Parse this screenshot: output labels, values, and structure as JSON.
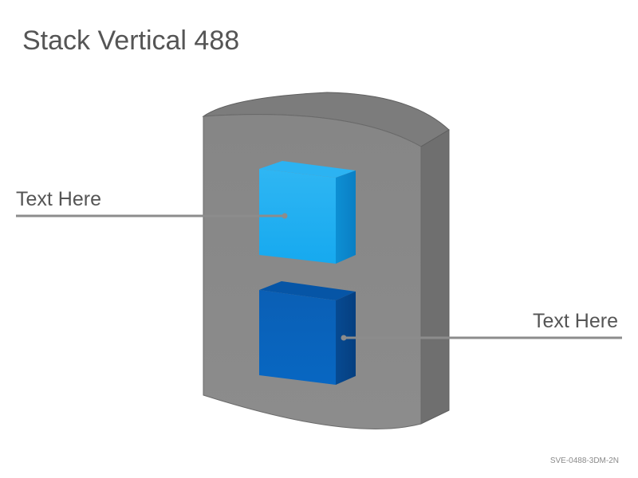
{
  "title": "Stack Vertical 488",
  "callouts": [
    {
      "text": "Text Here",
      "side": "left",
      "target": "top-cube"
    },
    {
      "text": "Text Here",
      "side": "right",
      "target": "bottom-cube"
    }
  ],
  "slide_code": "SVE-0488-3DM-2N",
  "colors": {
    "slab_front": "#878787",
    "slab_side": "#6f6f6f",
    "slab_top": "#7b7b7b",
    "cube_top_light": "#19a8ec",
    "cube_top_dark": "#0560b8",
    "leader_line": "#8c8c8c",
    "text": "#555555"
  }
}
